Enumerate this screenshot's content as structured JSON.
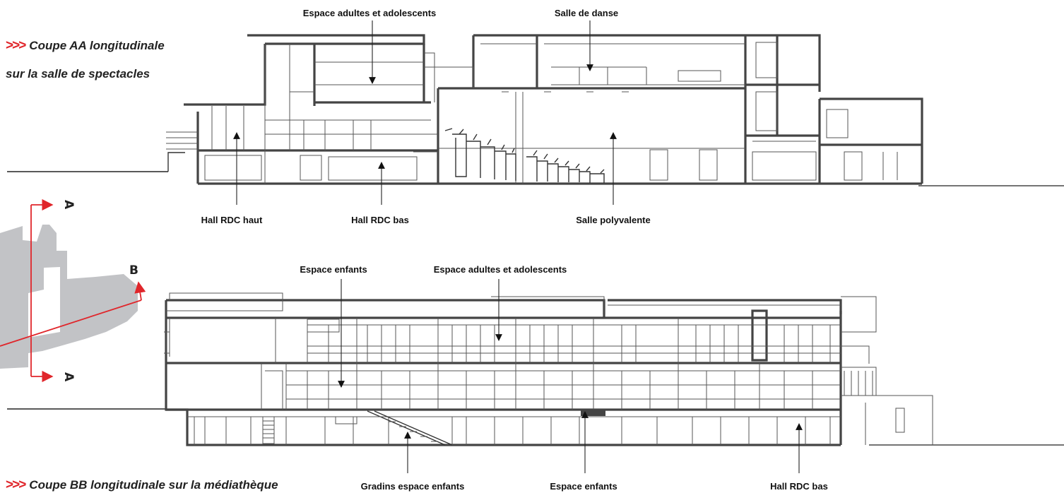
{
  "section_aa": {
    "chevrons": ">>>",
    "title_line1": "Coupe AA longitudinale",
    "title_line2": "sur la salle de spectacles",
    "labels": {
      "espace_adultes": "Espace adultes et adolescents",
      "salle_danse": "Salle de danse",
      "hall_haut": "Hall RDC haut",
      "hall_bas": "Hall RDC bas",
      "salle_polyvalente": "Salle polyvalente"
    }
  },
  "section_bb": {
    "chevrons": ">>>",
    "title": "Coupe BB longitudinale sur la médiathèque",
    "labels": {
      "espace_enfants_top": "Espace enfants",
      "espace_adultes": "Espace adultes et adolescents",
      "gradins": "Gradins espace enfants",
      "espace_enfants_bottom": "Espace enfants",
      "hall_bas": "Hall RDC bas"
    }
  },
  "key_plan": {
    "section_a_top": "A",
    "section_a_bottom": "A",
    "section_b": "B",
    "marker_color": "#e0262b",
    "building_color": "#c2c3c6"
  },
  "colors": {
    "walls": "#444444",
    "text": "#111111",
    "accent": "#e0262b"
  }
}
